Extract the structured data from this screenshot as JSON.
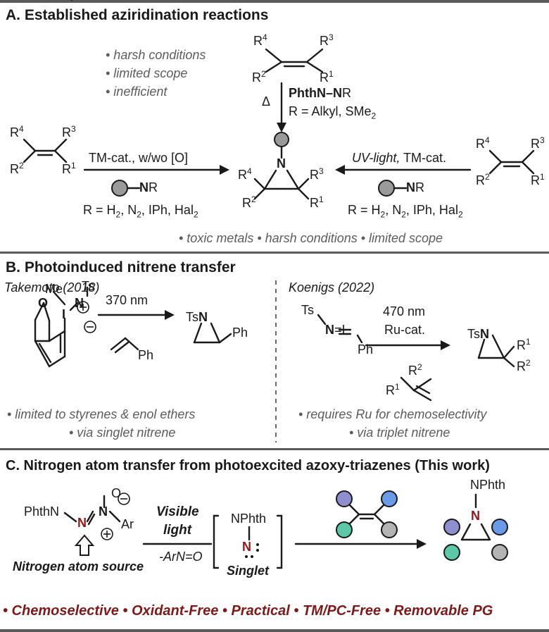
{
  "section_a": {
    "title": "A. Established aziridination reactions",
    "drawbacks_top": [
      "• harsh conditions",
      "• limited scope",
      "• inefficient"
    ],
    "delta": "Δ",
    "top_reagent": {
      "bold": "PhthN–N",
      "rest": "R"
    },
    "top_r": "R = Alkyl, SMe",
    "top_r_sub": "2",
    "left_cond": "TM-cat., w/wo [O]",
    "left_reagent": "NR",
    "left_r": "R = H, N, IPh, Hal",
    "right_cond_italic": "UV-light,",
    "right_cond": " TM-cat.",
    "right_reagent": "NR",
    "right_r": "R = H, N, IPh, Hal",
    "drawbacks_bottom": "• toxic metals • harsh conditions • limited scope"
  },
  "section_b": {
    "title": "B. Photoinduced nitrene transfer",
    "left_author": "Takemoto (2018)",
    "left_wavelength": "370 nm",
    "left_notes": [
      "• limited to styrenes & enol ethers",
      "• via singlet nitrene"
    ],
    "right_author": "Koenigs (2022)",
    "right_wavelength": "470 nm",
    "right_cat": "Ru-cat.",
    "right_notes": [
      "• requires Ru for chemoselectivity",
      "• via triplet nitrene"
    ]
  },
  "section_c": {
    "title": "C. Nitrogen atom transfer from photoexcited azoxy-triazenes (This work)",
    "cond_top": "Visible",
    "cond_mid": "light",
    "cond_bottom": "-ArN=O",
    "intermediate_label": "NPhth",
    "singlet": "Singlet",
    "source_label": "Nitrogen atom source",
    "product_label": "NPhth",
    "features": "• Chemoselective • Oxidant-Free • Practical • TM/PC-Free • Removable PG"
  },
  "colors": {
    "rule": "#5a5a5a",
    "note_grey": "#5c5c5c",
    "feature_red": "#7a1a1a",
    "nitrogen_red": "#8b1a1a",
    "ball_grey": "#9a9a9a",
    "ball_purple": "#8f8fd0",
    "ball_blue": "#6a9ae8",
    "ball_teal": "#5cc8a8",
    "ball_lightgrey": "#b4b4b4"
  }
}
